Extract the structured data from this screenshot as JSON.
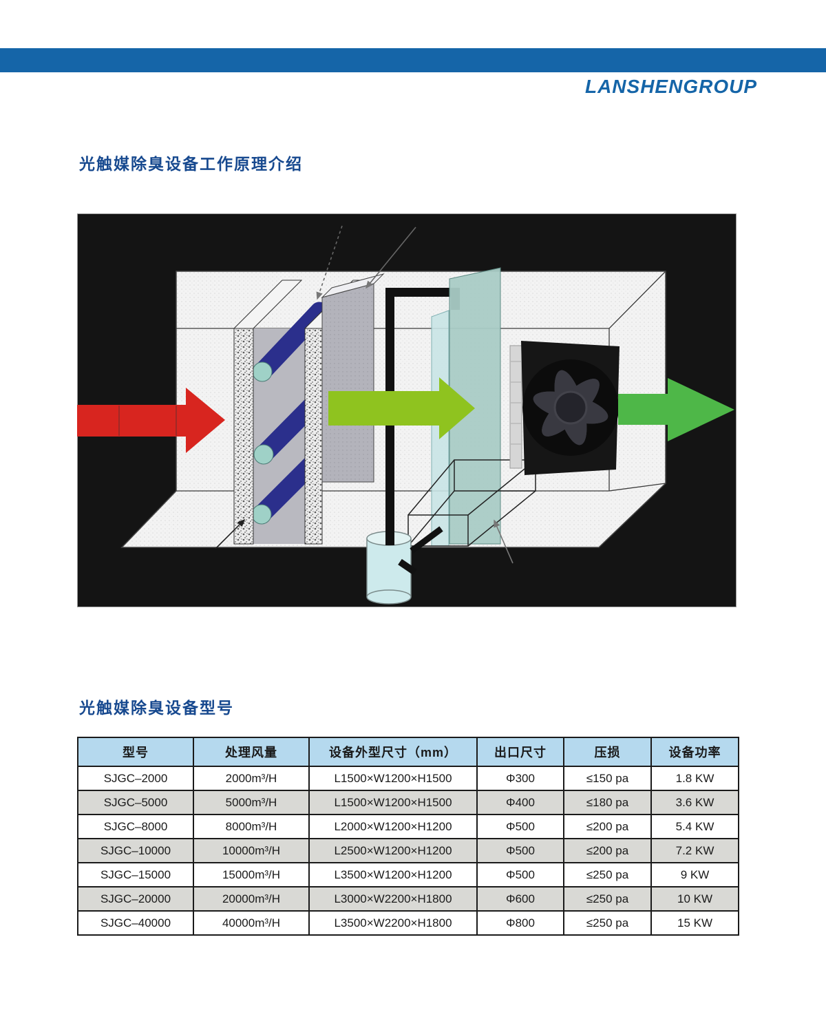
{
  "header": {
    "bar_color": "#1565a8",
    "logo_text": "LANSHENGROUP",
    "logo_color": "#1565a8"
  },
  "sections": [
    {
      "title": "光触媒除臭设备工作原理介绍"
    },
    {
      "title": "光触媒除臭设备型号"
    }
  ],
  "heading_color": "#17498f",
  "diagram": {
    "background": "#141414",
    "colors": {
      "inlet_arrow": "#d8251f",
      "process_arrow": "#8fc31f",
      "outlet_arrow": "#4eb748",
      "uv_tube": "#2b2f8c",
      "tube_cap": "#9fd1c7",
      "glass_panel_front": "#c9e4e6",
      "glass_panel_back": "#a9cbc5",
      "water_tank": "#cdeaec",
      "pipe": "#111111"
    },
    "parts": [
      "odor-inlet-arrow",
      "dust-filter-panels",
      "uv-lamp-tubes",
      "gray-baffle-panel",
      "process-flow-arrow",
      "photocatalyst-glass-panels",
      "drain-pipe",
      "water-tank",
      "collection-box-wireframe",
      "exhaust-fan",
      "clean-air-outlet-arrow"
    ]
  },
  "table": {
    "header_bg": "#b5d9ee",
    "alt_row_bg": "#d9d9d5",
    "headers": [
      "型号",
      "处理风量",
      "设备外型尺寸（mm）",
      "出口尺寸",
      "压损",
      "设备功率"
    ],
    "rows": [
      [
        "SJGC–2000",
        "2000m³/H",
        "L1500×W1200×H1500",
        "Φ300",
        "≤150 pa",
        "1.8 KW"
      ],
      [
        "SJGC–5000",
        "5000m³/H",
        "L1500×W1200×H1500",
        "Φ400",
        "≤180 pa",
        "3.6 KW"
      ],
      [
        "SJGC–8000",
        "8000m³/H",
        "L2000×W1200×H1200",
        "Φ500",
        "≤200 pa",
        "5.4 KW"
      ],
      [
        "SJGC–10000",
        "10000m³/H",
        "L2500×W1200×H1200",
        "Φ500",
        "≤200 pa",
        "7.2 KW"
      ],
      [
        "SJGC–15000",
        "15000m³/H",
        "L3500×W1200×H1200",
        "Φ500",
        "≤250 pa",
        "9 KW"
      ],
      [
        "SJGC–20000",
        "20000m³/H",
        "L3000×W2200×H1800",
        "Φ600",
        "≤250 pa",
        "10 KW"
      ],
      [
        "SJGC–40000",
        "40000m³/H",
        "L3500×W2200×H1800",
        "Φ800",
        "≤250 pa",
        "15 KW"
      ]
    ]
  }
}
